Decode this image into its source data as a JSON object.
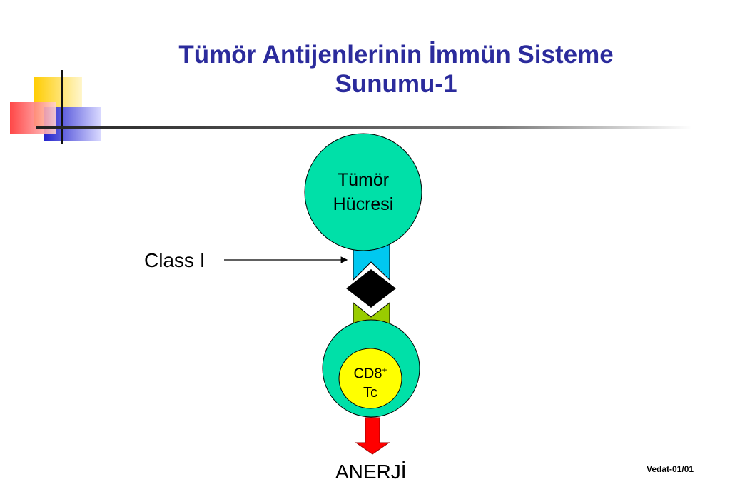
{
  "slide": {
    "title_line1": "Tümör Antijenlerinin İmmün Sisteme",
    "title_line2": "Sunumu-1",
    "footer": "Vedat-01/01"
  },
  "diagram": {
    "tumor_cell": {
      "line1": "Tümör",
      "line2": "Hücresi"
    },
    "class_label": "Class I",
    "t_cell": {
      "line1": "CD8",
      "superscript": "+",
      "line2": "Tc"
    },
    "outcome": "ANERJİ"
  },
  "colors": {
    "title": "#2b2b9c",
    "tumor_cell": "#00e0a8",
    "mhc_class_i": "#00c8f0",
    "antigen": "#000000",
    "tcr": "#99cc00",
    "t_cell_outer": "#00e0a8",
    "t_cell_nucleus": "#ffff00",
    "arrow": "#ff0000"
  }
}
